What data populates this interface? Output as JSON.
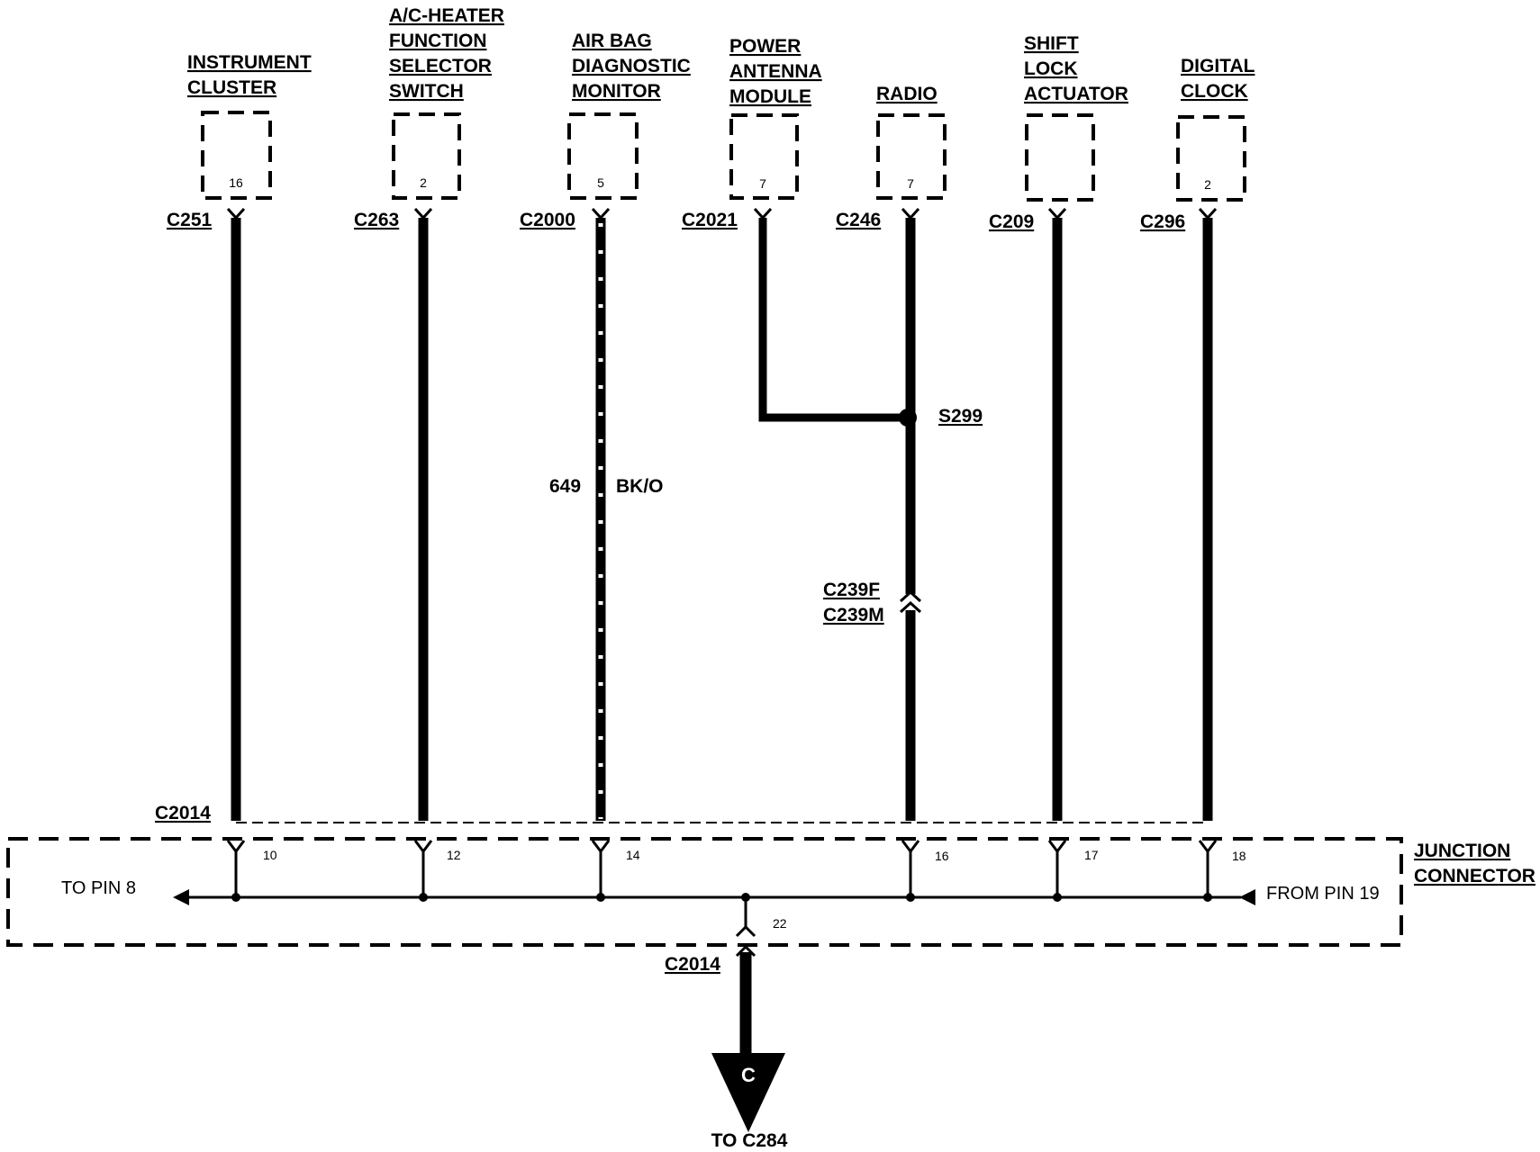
{
  "components": [
    {
      "id": "instrument-cluster",
      "lines": [
        "INSTRUMENT",
        "CLUSTER"
      ],
      "pin": "16",
      "connector": "C251",
      "jc_pin": "10"
    },
    {
      "id": "ac-heater-switch",
      "lines": [
        "A/C-HEATER",
        "FUNCTION",
        "SELECTOR",
        "SWITCH"
      ],
      "pin": "2",
      "connector": "C263",
      "jc_pin": "12"
    },
    {
      "id": "air-bag-monitor",
      "lines": [
        "AIR BAG",
        "DIAGNOSTIC",
        "MONITOR"
      ],
      "pin": "5",
      "connector": "C2000",
      "jc_pin": "14"
    },
    {
      "id": "power-antenna-module",
      "lines": [
        "POWER",
        "ANTENNA",
        "MODULE"
      ],
      "pin": "7",
      "connector": "C2021",
      "jc_pin": ""
    },
    {
      "id": "radio",
      "lines": [
        "RADIO"
      ],
      "pin": "7",
      "connector": "C246",
      "jc_pin": "16"
    },
    {
      "id": "shift-lock-actuator",
      "lines": [
        "SHIFT",
        "LOCK",
        "ACTUATOR"
      ],
      "pin": "",
      "connector": "C209",
      "jc_pin": "17"
    },
    {
      "id": "digital-clock",
      "lines": [
        "DIGITAL",
        "CLOCK"
      ],
      "pin": "2",
      "connector": "C296",
      "jc_pin": "18"
    }
  ],
  "wire_label": {
    "circuit": "649",
    "color": "BK/O"
  },
  "splice": "S299",
  "inline_connector": {
    "female": "C239F",
    "male": "C239M"
  },
  "junction": {
    "connector_top": "C2014",
    "connector_bottom": "C2014",
    "name_lines": [
      "JUNCTION",
      "CONNECTOR"
    ],
    "to_pin": "TO PIN 8",
    "from_pin": "FROM PIN 19",
    "bottom_pin": "22"
  },
  "ground": {
    "symbol": "C",
    "label": "TO C284"
  }
}
